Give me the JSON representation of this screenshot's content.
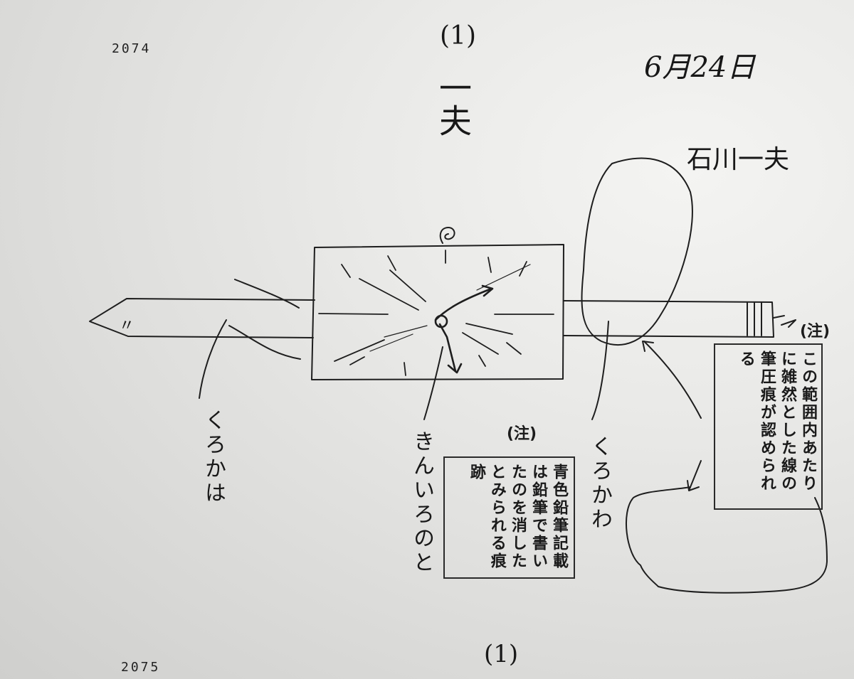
{
  "page": {
    "number_top": "2074",
    "number_bottom": "2075",
    "header_mark": "(1)",
    "footer_mark": "(1)",
    "date": "6月24日",
    "first_name": "一夫",
    "full_name": "石川一夫"
  },
  "watch_labels": {
    "left_strap": "くろかは",
    "right_strap": "くろかわ",
    "dial_item": "きんいろのと",
    "strap_mark": "〃"
  },
  "notes": {
    "center_heading": "(注)",
    "center_text": "青色鉛筆記載は鉛筆で書いたのを消したとみられる痕跡",
    "right_heading": "(注)",
    "right_text": "この範囲内あたりに雑然とした線の筆圧痕が認められる"
  }
}
